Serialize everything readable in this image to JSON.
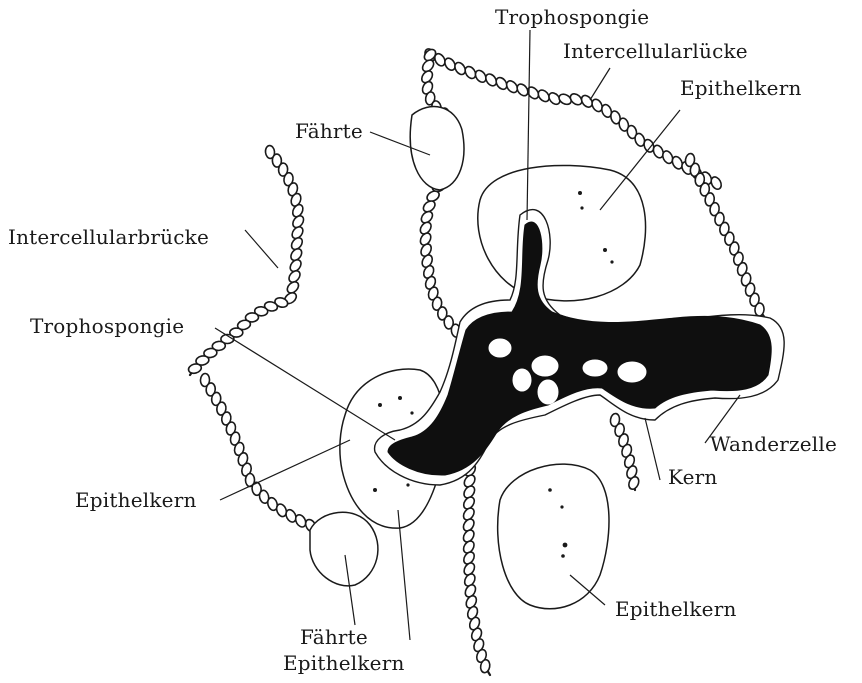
{
  "labels": {
    "trophospongie_top": "Trophospongie",
    "intercellularluecke": "Intercellularlücke",
    "epithelkern_top_right": "Epithelkern",
    "faehrte_top": "Fährte",
    "intercellularbruecke": "Intercellularbrücke",
    "trophospongie_left": "Trophospongie",
    "wanderzelle": "Wanderzelle",
    "kern": "Kern",
    "epithelkern_left": "Epithelkern",
    "epithelkern_bottom_right": "Epithelkern",
    "faehrte_bottom": "Fährte",
    "epithelkern_bottom": "Epithelkern"
  },
  "colors": {
    "ink": "#1a1a1a",
    "paper": "#ffffff",
    "cell_body": "#0f0f0f"
  }
}
